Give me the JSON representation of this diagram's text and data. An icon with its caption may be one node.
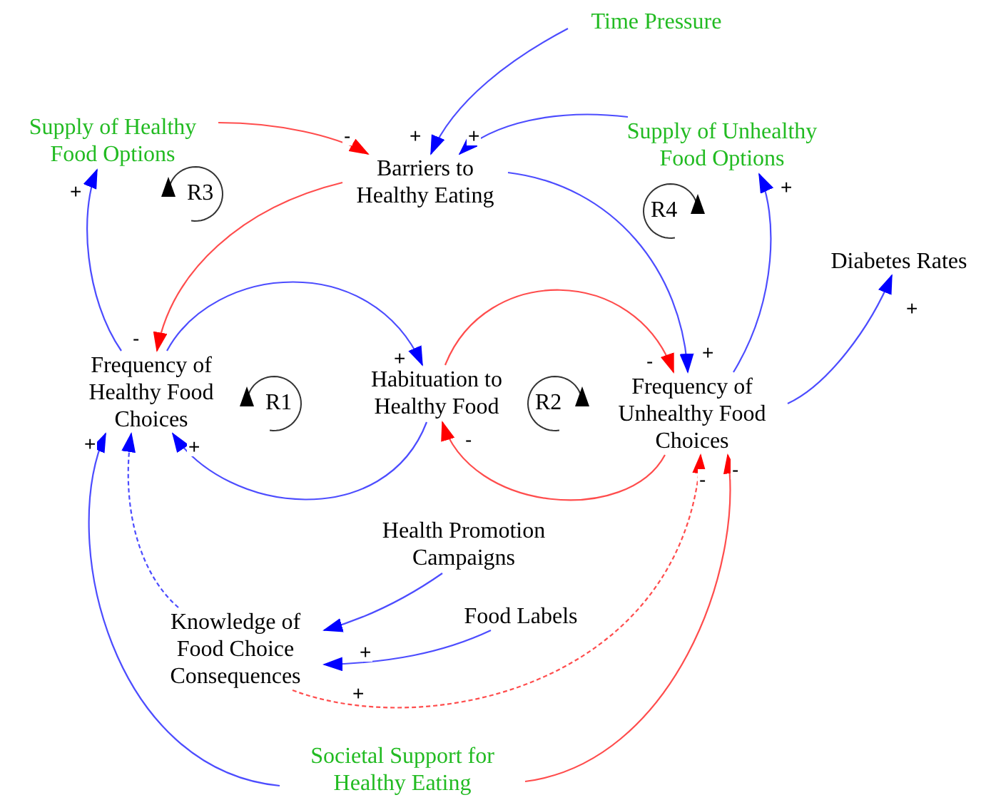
{
  "diagram": {
    "nodes": [
      {
        "text": [
          "Time Pressure"
        ]
      },
      {
        "text": [
          "Supply of Healthy Food Options"
        ]
      },
      {
        "text": [
          "Barriers to Healthy Eating"
        ]
      },
      {
        "text": [
          "Supply of Unhealthy Food Options"
        ]
      },
      {
        "text": [
          "Diabetes Rates"
        ]
      },
      {
        "text": [
          "Frequency of Healthy Food Choices"
        ]
      },
      {
        "text": [
          "Habituation to Healthy Food"
        ]
      },
      {
        "text": [
          "Frequency of Unhealthy Food Choices"
        ]
      },
      {
        "text": [
          "Health Promotion Campaigns"
        ]
      },
      {
        "text": [
          "Knowledge of Food Choice Consequences"
        ]
      },
      {
        "text": [
          "Food Labels"
        ]
      },
      {
        "text": [
          "Societal Support for Healthy Eating"
        ]
      }
    ],
    "edges": [
      {
        "from": 0,
        "to": 2,
        "arrow": "to",
        "label": "+"
      },
      {
        "from": 3,
        "to": 2,
        "arrow": "to",
        "label": "+"
      },
      {
        "from": 1,
        "to": 2,
        "arrow": "to",
        "label": "-",
        "color": "#ff0000"
      },
      {
        "from": 2,
        "to": 5,
        "arrow": "to",
        "label": "-",
        "color": "#ff0000"
      },
      {
        "from": 2,
        "to": 7,
        "arrow": "to",
        "label": "+"
      },
      {
        "from": 5,
        "to": 1,
        "arrow": "to",
        "label": "+"
      },
      {
        "from": 7,
        "to": 3,
        "arrow": "to",
        "label": "+"
      },
      {
        "from": 7,
        "to": 4,
        "arrow": "to",
        "label": "+"
      },
      {
        "from": 5,
        "to": 6,
        "arrow": "to",
        "label": "+"
      },
      {
        "from": 6,
        "to": 7,
        "arrow": "to",
        "label": "-",
        "color": "#ff0000"
      },
      {
        "from": 7,
        "to": 6,
        "arrow": "to",
        "label": "-",
        "color": "#ff0000"
      },
      {
        "from": 6,
        "to": 5,
        "arrow": "to",
        "label": "+"
      },
      {
        "from": 8,
        "to": 9,
        "arrow": "to",
        "label": "+"
      },
      {
        "from": 10,
        "to": 9,
        "arrow": "to",
        "label": "+"
      },
      {
        "from": 9,
        "to": 5,
        "arrow": "to",
        "style": "dashed"
      },
      {
        "from": 9,
        "to": 7,
        "arrow": "to",
        "label": "-",
        "style": "dashed",
        "color": "#ff0000"
      },
      {
        "from": 11,
        "to": 5,
        "arrow": "to",
        "label": "+"
      },
      {
        "from": 11,
        "to": 7,
        "arrow": "to",
        "label": "-",
        "color": "#ff0000"
      }
    ],
    "labels": [
      "R3",
      "R4",
      "R1",
      "R2"
    ]
  }
}
